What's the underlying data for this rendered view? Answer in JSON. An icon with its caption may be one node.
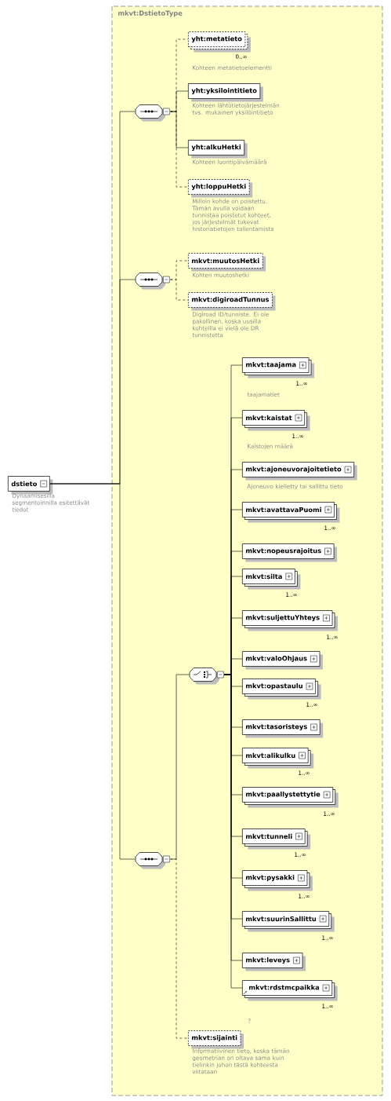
{
  "diagram": {
    "nodes": [
      {
        "text": [
          "dstieto"
        ],
        "beside": [
          "Dynaamisesilla segmentoinnilla esitettävät tiedot"
        ]
      },
      {
        "text": [
          "mkvt:DstietoType"
        ]
      },
      {
        "text": [],
        "shape": "octagon",
        "in": 1
      },
      {
        "text": [
          "yht:metatieto"
        ],
        "beside": [
          "0..∞",
          "Kohteen metatietoelementti"
        ],
        "in": 1
      },
      {
        "text": [
          "yht:yksilointitieto"
        ],
        "beside": [
          "Kohteen lähtötietojärjestelmän tvs. mukainen yksilöintitieto"
        ],
        "in": 1
      },
      {
        "text": [
          "yht:alkuHetki"
        ],
        "beside": [
          "Kohteen luontipäivämäärä"
        ],
        "in": 1
      },
      {
        "text": [
          "yht:loppuHetki"
        ],
        "beside": [
          "Milloin kohde on poistettu. Tämän avulla voidaan tunnistaa poistetut kohteet, jos järjestelmät tukevat historiatietojen tallentamista"
        ],
        "in": 1
      },
      {
        "text": [],
        "shape": "octagon",
        "in": 1
      },
      {
        "text": [
          "mkvt:muutosHetki"
        ],
        "beside": [
          "Kohten muutoshetki"
        ],
        "in": 1
      },
      {
        "text": [
          "mkvt:digiroadTunnus"
        ],
        "beside": [
          "Digiroad ID/tunniste. Ei ole pakollinen, koska uusilla kohteilla ei vielä ole DR tunnistetta"
        ],
        "in": 1
      },
      {
        "text": [],
        "shape": "octagon",
        "in": 1
      },
      {
        "text": [],
        "shape": "octagon",
        "in": 1
      },
      {
        "text": [
          "mkvt:taajama"
        ],
        "beside": [
          "1..∞",
          "taajamatiet"
        ],
        "in": 1
      },
      {
        "text": [
          "mkvt:kaistat"
        ],
        "beside": [
          "1..∞",
          "Kaistojen määrä"
        ],
        "in": 1
      },
      {
        "text": [
          "mkvt:ajoneuvorajoitetieto"
        ],
        "beside": [
          "Ajoneuvo kielletty tai sallittu tieto"
        ],
        "in": 1
      },
      {
        "text": [
          "mkvt:avattavaPuomi"
        ],
        "beside": [
          "1..∞"
        ],
        "in": 1
      },
      {
        "text": [
          "mkvt:nopeusrajoitus"
        ],
        "in": 1
      },
      {
        "text": [
          "mkvt:silta"
        ],
        "beside": [
          "1..∞"
        ],
        "in": 1
      },
      {
        "text": [
          "mkvt:suljettuYhteys"
        ],
        "beside": [
          "1..∞"
        ],
        "in": 1
      },
      {
        "text": [
          "mkvt:valoOhjaus"
        ],
        "in": 1
      },
      {
        "text": [
          "mkvt:opastaulu"
        ],
        "beside": [
          "1..∞"
        ],
        "in": 1
      },
      {
        "text": [
          "mkvt:tasoristeys"
        ],
        "in": 1
      },
      {
        "text": [
          "mkvt:alikulku"
        ],
        "beside": [
          "1..∞"
        ],
        "in": 1
      },
      {
        "text": [
          "mkvt:paallystettytie"
        ],
        "beside": [
          "1..∞"
        ],
        "in": 1
      },
      {
        "text": [
          "mkvt:tunneli"
        ],
        "beside": [
          "1..∞"
        ],
        "in": 1
      },
      {
        "text": [
          "mkvt:pysakki"
        ],
        "beside": [
          "1..∞"
        ],
        "in": 1
      },
      {
        "text": [
          "mkvt:suurinSallittu"
        ],
        "beside": [
          "1..∞"
        ],
        "in": 1
      },
      {
        "text": [
          "mkvt:leveys"
        ],
        "in": 1
      },
      {
        "text": [
          "mkvt:rdstmcpaikka"
        ],
        "beside": [
          "1..∞",
          "?"
        ],
        "in": 1
      },
      {
        "text": [
          "mkvt:sijainti"
        ],
        "beside": [
          "Informatiivinen tieto, koska tämän geometrian on oltava sama kuin tielinkin johon tästä kohteesta viitataan"
        ],
        "in": 1
      }
    ],
    "edges": [
      {
        "from": 0,
        "to": 2,
        "arrow": "none"
      },
      {
        "from": 0,
        "to": 7,
        "arrow": "none"
      },
      {
        "from": 0,
        "to": 10,
        "arrow": "none"
      },
      {
        "from": 2,
        "to": 3,
        "arrow": "none",
        "style": "dashed"
      },
      {
        "from": 2,
        "to": 4,
        "arrow": "none"
      },
      {
        "from": 2,
        "to": 5,
        "arrow": "none"
      },
      {
        "from": 2,
        "to": 6,
        "arrow": "none",
        "style": "dashed"
      },
      {
        "from": 7,
        "to": 8,
        "arrow": "none",
        "style": "dashed"
      },
      {
        "from": 7,
        "to": 9,
        "arrow": "none",
        "style": "dashed"
      },
      {
        "from": 10,
        "to": 11,
        "arrow": "none"
      },
      {
        "from": 10,
        "to": 29,
        "arrow": "none",
        "style": "dashed"
      },
      {
        "from": 11,
        "to": 12,
        "arrow": "none"
      },
      {
        "from": 11,
        "to": 13,
        "arrow": "none"
      },
      {
        "from": 11,
        "to": 14,
        "arrow": "none"
      },
      {
        "from": 11,
        "to": 15,
        "arrow": "none"
      },
      {
        "from": 11,
        "to": 16,
        "arrow": "none"
      },
      {
        "from": 11,
        "to": 17,
        "arrow": "none"
      },
      {
        "from": 11,
        "to": 18,
        "arrow": "none"
      },
      {
        "from": 11,
        "to": 19,
        "arrow": "none"
      },
      {
        "from": 11,
        "to": 20,
        "arrow": "none"
      },
      {
        "from": 11,
        "to": 21,
        "arrow": "none"
      },
      {
        "from": 11,
        "to": 22,
        "arrow": "none"
      },
      {
        "from": 11,
        "to": 23,
        "arrow": "none"
      },
      {
        "from": 11,
        "to": 24,
        "arrow": "none"
      },
      {
        "from": 11,
        "to": 25,
        "arrow": "none"
      },
      {
        "from": 11,
        "to": 26,
        "arrow": "none"
      },
      {
        "from": 11,
        "to": 27,
        "arrow": "none"
      },
      {
        "from": 11,
        "to": 28,
        "arrow": "none"
      }
    ]
  }
}
